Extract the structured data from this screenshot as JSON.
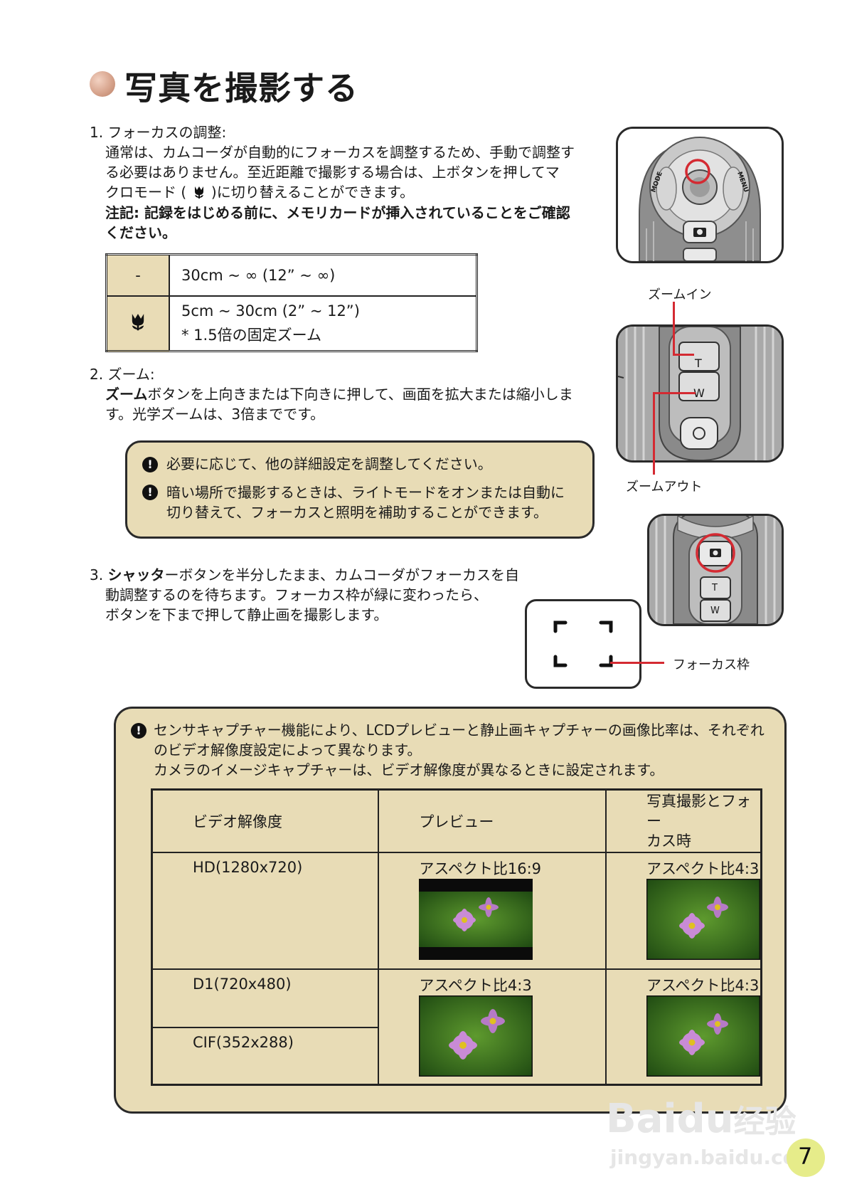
{
  "title": "写真を撮影する",
  "section1": {
    "heading": "1. フォーカスの調整:",
    "lines": [
      "通常は、カムコーダが自動的にフォーカスを調整するため、手動で調整す",
      "る必要はありません。至近距離で撮影する場合は、上ボタンを押してマ"
    ],
    "macro_prefix": "クロモード (",
    "macro_suffix": ")に切り替えることができます。",
    "note_line1": "注記: 記録をはじめる前に、メモリカードが挿入されていることをご確認",
    "note_line2": "ください。",
    "table": {
      "row1_symbol": "-",
      "row1_value": "30cm ~ ∞  (12” ~ ∞)",
      "row2_value": "5cm ~ 30cm  (2” ~ 12”)",
      "row2_note": "* 1.5倍の固定ズーム"
    }
  },
  "section2": {
    "heading": "2. ズーム:",
    "line1_bold": "ズーム",
    "line1_rest": "ボタンを上向きまたは下向きに押して、画面を拡大または縮小しま",
    "line2": "す。光学ズームは、3倍までです。"
  },
  "tips1": {
    "bang": "!",
    "tip1": "必要に応じて、他の詳細設定を調整してください。",
    "tip2_line1": "暗い場所で撮影するときは、ライトモードをオンまたは自動に",
    "tip2_line2": "切り替えて、フォーカスと照明を補助することができます。"
  },
  "section3": {
    "prefix": "3. ",
    "bold": "シャッタ",
    "line1_rest": "ーボタンを半分したまま、カムコーダがフォーカスを自",
    "line2": "動調整するのを待ちます。フォーカス枠が緑に変わったら、",
    "line3": "ボタンを下まで押して静止画を撮影します。"
  },
  "camera": {
    "mode_label": "MODE",
    "menu_label": "MENU",
    "zoom_in_label": "ズームイン",
    "zoom_out_label": "ズームアウト",
    "t_label": "T",
    "w_label": "W",
    "focus_frame_label": "フォーカス枠"
  },
  "tips2": {
    "bang": "!",
    "line1": "センサキャプチャー機能により、LCDプレビューと静止画キャプチャーの画像比率は、それぞれ",
    "line2": "のビデオ解像度設定によって異なります。",
    "line3": "カメラのイメージキャプチャーは、ビデオ解像度が異なるときに設定されます。"
  },
  "res_table": {
    "headers": [
      "ビデオ解像度",
      "プレビュー",
      "写真撮影とフォー",
      "カス時"
    ],
    "rows": [
      {
        "res": "HD(1280x720)",
        "preview": "アスペクト比16:9",
        "capture": "アスペクト比4:3"
      },
      {
        "res": "D1(720x480)",
        "preview": "アスペクト比4:3",
        "capture": "アスペクト比4:3"
      },
      {
        "res": "CIF(352x288)"
      }
    ]
  },
  "watermark": {
    "brand": "Baidu",
    "brand_cn": "经验",
    "url": "jingyan.baidu.com"
  },
  "page_number": "7",
  "colors": {
    "accent_bg": "#e8dcb6",
    "red_marker": "#d42a32",
    "page_circle": "#e6ec8a"
  }
}
